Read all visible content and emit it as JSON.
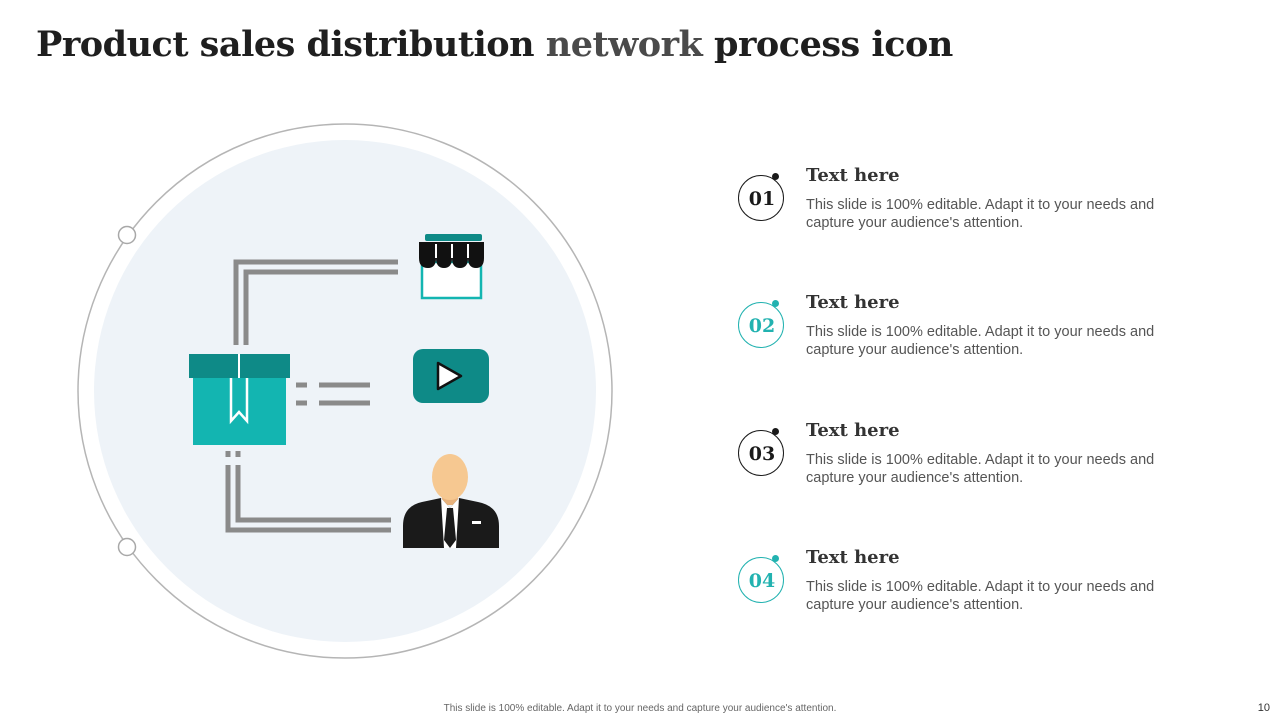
{
  "slide": {
    "title_part1": "Product sales distribution ",
    "title_highlight": "network",
    "title_part2": " process icon",
    "footer": "This slide is 100% editable. Adapt it to your needs and capture your audience's attention.",
    "page_number": "10"
  },
  "illustration": {
    "icons": [
      "package-box-icon",
      "store-front-icon",
      "video-play-icon",
      "businessman-icon"
    ],
    "colors": {
      "teal_light": "#13b5b1",
      "teal_dark": "#0e8a87",
      "circle_fill": "#eef3f8",
      "connector_gray": "#8a8a8a",
      "skin": "#f6c891",
      "suit": "#1a1a1a"
    }
  },
  "items": [
    {
      "number": "01",
      "title": "Text here",
      "desc": "This slide is 100% editable. Adapt it to your needs and capture your audience's attention.",
      "accent": "#1a1a1a"
    },
    {
      "number": "02",
      "title": "Text here",
      "desc": "This slide is 100% editable. Adapt it to your needs and capture your audience's attention.",
      "accent": "#22b2b0"
    },
    {
      "number": "03",
      "title": "Text here",
      "desc": "This slide is 100% editable. Adapt it to your needs and capture your audience's attention.",
      "accent": "#1a1a1a"
    },
    {
      "number": "04",
      "title": "Text here",
      "desc": "This slide is 100% editable. Adapt it to your needs and capture your audience's attention.",
      "accent": "#22b2b0"
    }
  ]
}
